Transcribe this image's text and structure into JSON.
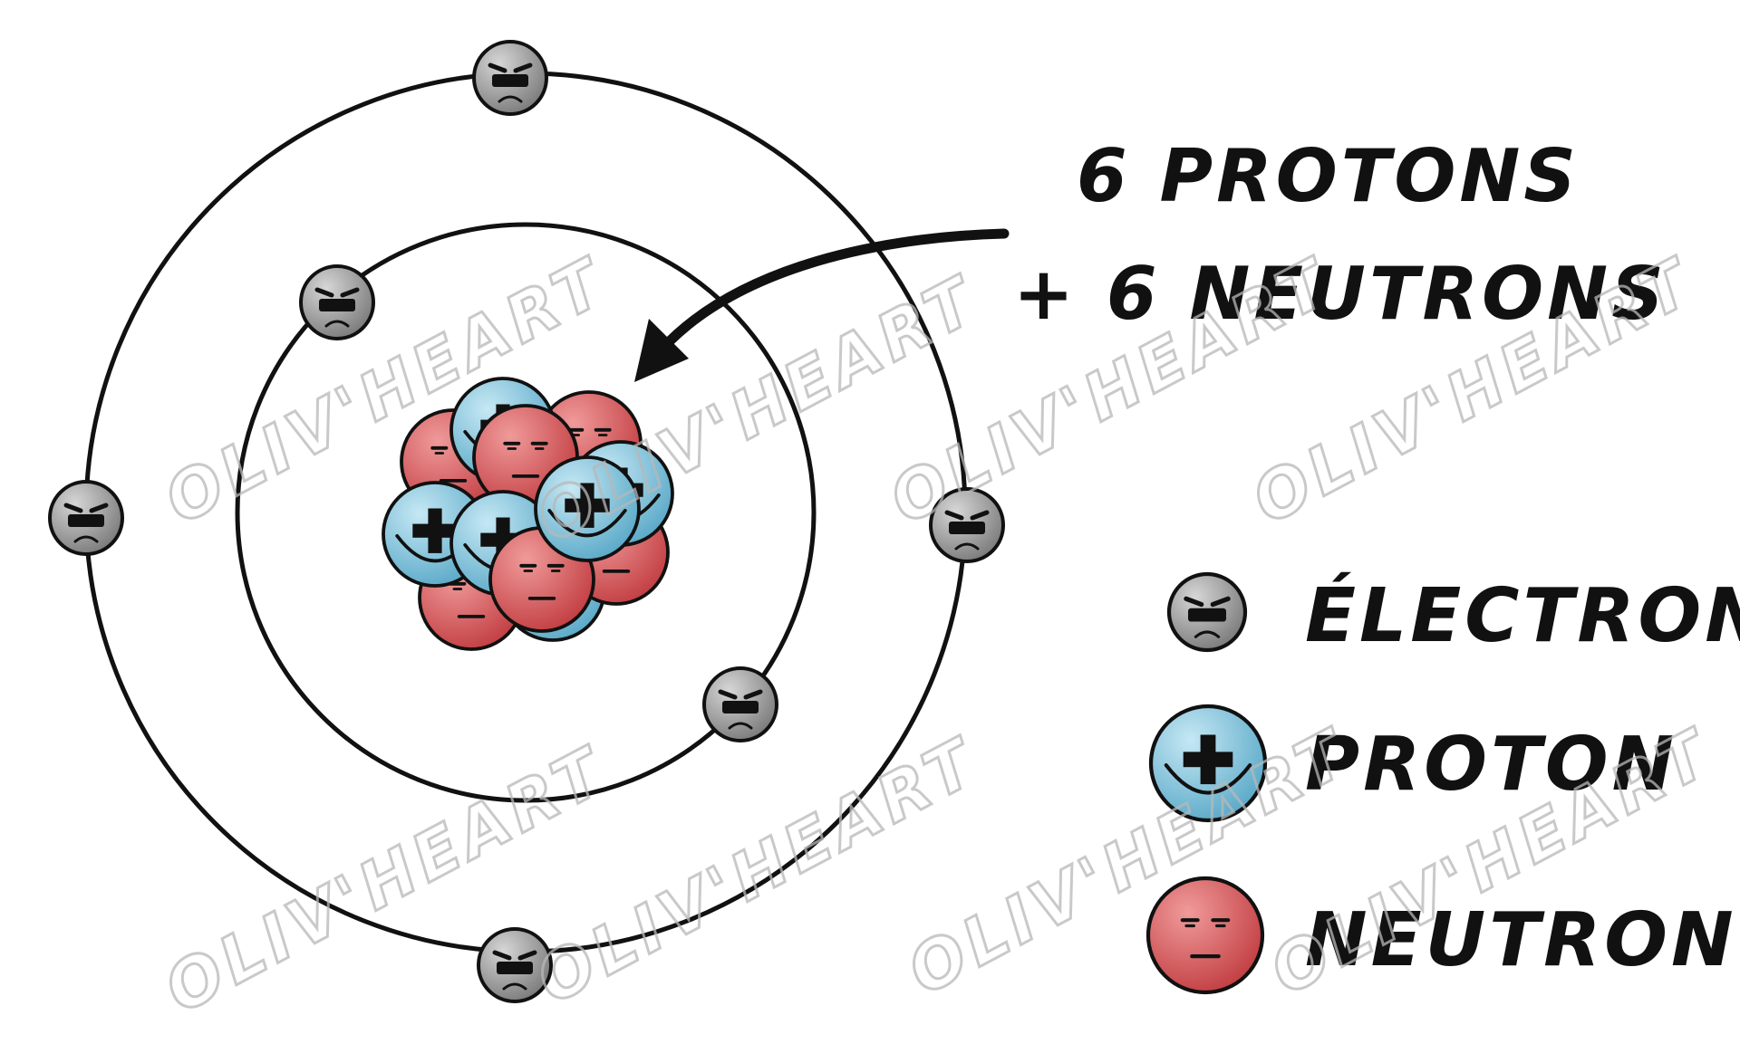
{
  "annotation": {
    "line1": "6 PROTONS",
    "line2": "+ 6 NEUTRONS"
  },
  "legend": {
    "items": [
      {
        "label": "ÉLECTRON",
        "kind": "electron"
      },
      {
        "label": "PROTON",
        "kind": "proton"
      },
      {
        "label": "NEUTRON",
        "kind": "neutron"
      }
    ]
  },
  "watermark": "OLIV'HEART",
  "colors": {
    "electron": "#9a9a9a",
    "proton": "#7fc3dc",
    "neutron": "#d9595b",
    "ink": "#111111"
  }
}
